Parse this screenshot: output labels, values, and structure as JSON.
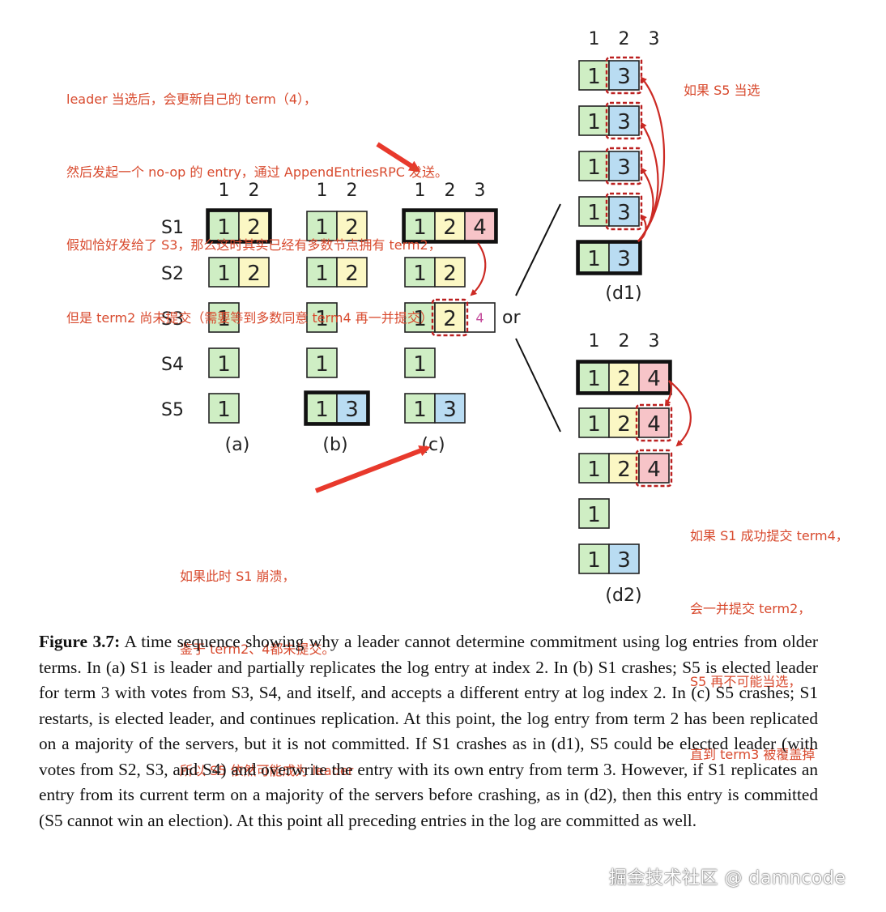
{
  "colors": {
    "term1": "#cfeec4",
    "term2": "#fbf7c4",
    "term3": "#b9dcf2",
    "term4": "#f7c4c8",
    "annotation": "#d84a2e",
    "arrow": "#cc2a24",
    "dashed_box": "#bb2020",
    "ghost_text": "#c44a9a"
  },
  "server_labels": [
    "S1",
    "S2",
    "S3",
    "S4",
    "S5"
  ],
  "panels": [
    {
      "id": "a",
      "label": "(a)",
      "headers": [
        "1",
        "2"
      ],
      "rows": [
        [
          1,
          2
        ],
        [
          1,
          2
        ],
        [
          1
        ],
        [
          1
        ],
        [
          1
        ]
      ],
      "leader_row": 0
    },
    {
      "id": "b",
      "label": "(b)",
      "headers": [
        "1",
        "2"
      ],
      "rows": [
        [
          1,
          2
        ],
        [
          1,
          2
        ],
        [
          1
        ],
        [
          1
        ],
        [
          1,
          3
        ]
      ],
      "leader_row": 4
    },
    {
      "id": "c",
      "label": "(c)",
      "headers": [
        "1",
        "2",
        "3"
      ],
      "rows": [
        [
          1,
          2,
          4
        ],
        [
          1,
          2
        ],
        [
          1,
          2
        ],
        [
          1
        ],
        [
          1,
          3
        ]
      ],
      "leader_row": 0,
      "ghost_entry": "4"
    },
    {
      "id": "d1",
      "label": "(d1)",
      "headers": [
        "1",
        "2",
        "3"
      ],
      "rows": [
        [
          1,
          3
        ],
        [
          1,
          3
        ],
        [
          1,
          3
        ],
        [
          1,
          3
        ],
        [
          1,
          3
        ]
      ],
      "leader_row": 4
    },
    {
      "id": "d2",
      "label": "(d2)",
      "headers": [
        "1",
        "2",
        "3"
      ],
      "rows": [
        [
          1,
          2,
          4
        ],
        [
          1,
          2,
          4
        ],
        [
          1,
          2,
          4
        ],
        [
          1
        ],
        [
          1,
          3
        ]
      ],
      "leader_row": 0
    }
  ],
  "or_label": "or",
  "annotations": {
    "top": [
      "leader 当选后，会更新自己的 term（4），",
      "然后发起一个 no-op 的 entry，通过 AppendEntriesRPC 发送。",
      "假如恰好发给了 S3，那么这时其实已经有多数节点拥有 term2，",
      "但是 term2 尚未提交（需要等到多数同意 term4 再一并提交）"
    ],
    "d1_note": "如果 S5 当选",
    "bottom": [
      "如果此时 S1 崩溃，",
      "鉴于 term2、4都未提交。",
      "",
      "所以 S5 依然可能成为 leader"
    ],
    "d2_note": [
      "如果 S1 成功提交 term4，",
      "会一并提交 term2，",
      "S5 再不可能当选，",
      "直到 term3 被覆盖掉"
    ]
  },
  "caption": {
    "label": "Figure 3.7:",
    "text": " A time sequence showing why a leader cannot determine commitment using log entries from older terms. In (a) S1 is leader and partially replicates the log entry at index 2. In (b) S1 crashes; S5 is elected leader for term 3 with votes from S3, S4, and itself, and accepts a different entry at log index 2. In (c) S5 crashes; S1 restarts, is elected leader, and continues replication. At this point, the log entry from term 2 has been replicated on a majority of the servers, but it is not committed. If S1 crashes as in (d1), S5 could be elected leader (with votes from S2, S3, and S4) and overwrite the entry with its own entry from term 3. However, if S1 replicates an entry from its current term on a majority of the servers before crashing, as in (d2), then this entry is committed (S5 cannot win an election). At this point all preceding entries in the log are committed as well."
  },
  "watermark": "掘金技术社区 @ damncode"
}
